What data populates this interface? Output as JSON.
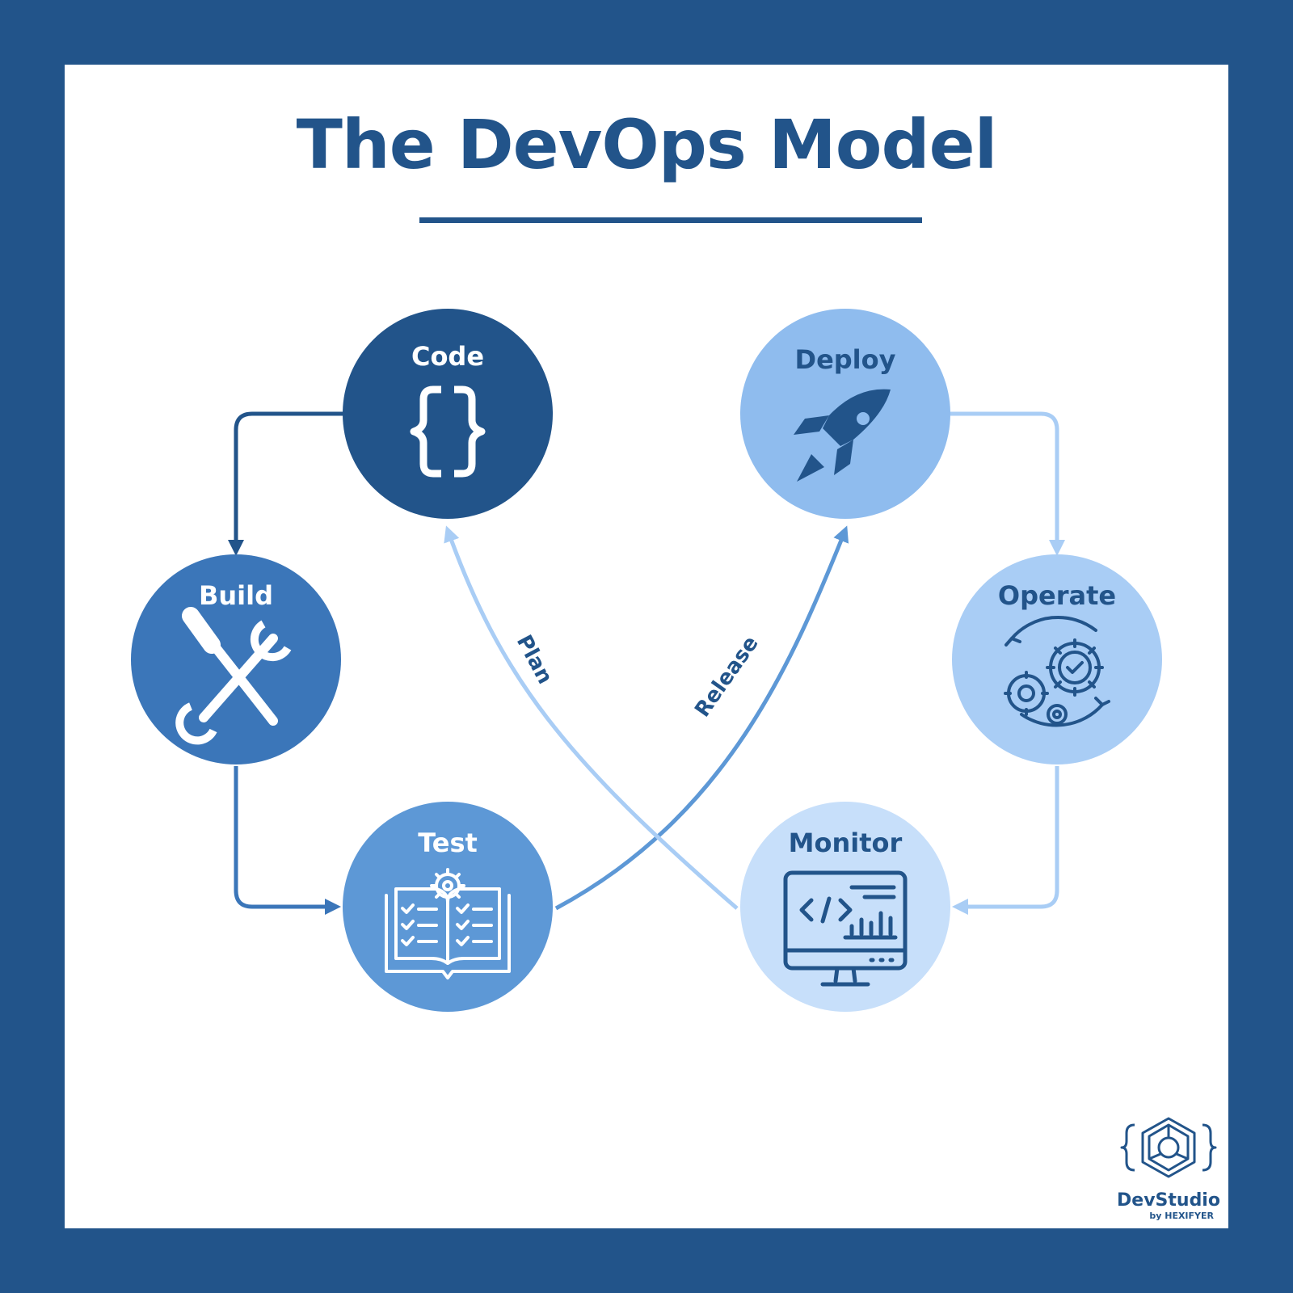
{
  "title": "The DevOps Model",
  "colors": {
    "background": "#22548a",
    "frame": "#ffffff",
    "code": "#22548a",
    "build": "#3b76b9",
    "test": "#5d98d6",
    "deploy": "#8fbcee",
    "operate": "#a9cdf5",
    "monitor": "#c7dffa"
  },
  "nodes": {
    "code": {
      "label": "Code",
      "icon": "curly-braces-icon"
    },
    "build": {
      "label": "Build",
      "icon": "wrench-screwdriver-icon"
    },
    "test": {
      "label": "Test",
      "icon": "checklist-book-icon"
    },
    "deploy": {
      "label": "Deploy",
      "icon": "rocket-icon"
    },
    "operate": {
      "label": "Operate",
      "icon": "gears-cycle-icon"
    },
    "monitor": {
      "label": "Monitor",
      "icon": "code-monitor-icon"
    }
  },
  "arcs": {
    "plan": "Plan",
    "release": "Release"
  },
  "brand": {
    "name": "DevStudio",
    "byline": "by HEXIFYER",
    "icon": "hexagon-braces-logo"
  }
}
